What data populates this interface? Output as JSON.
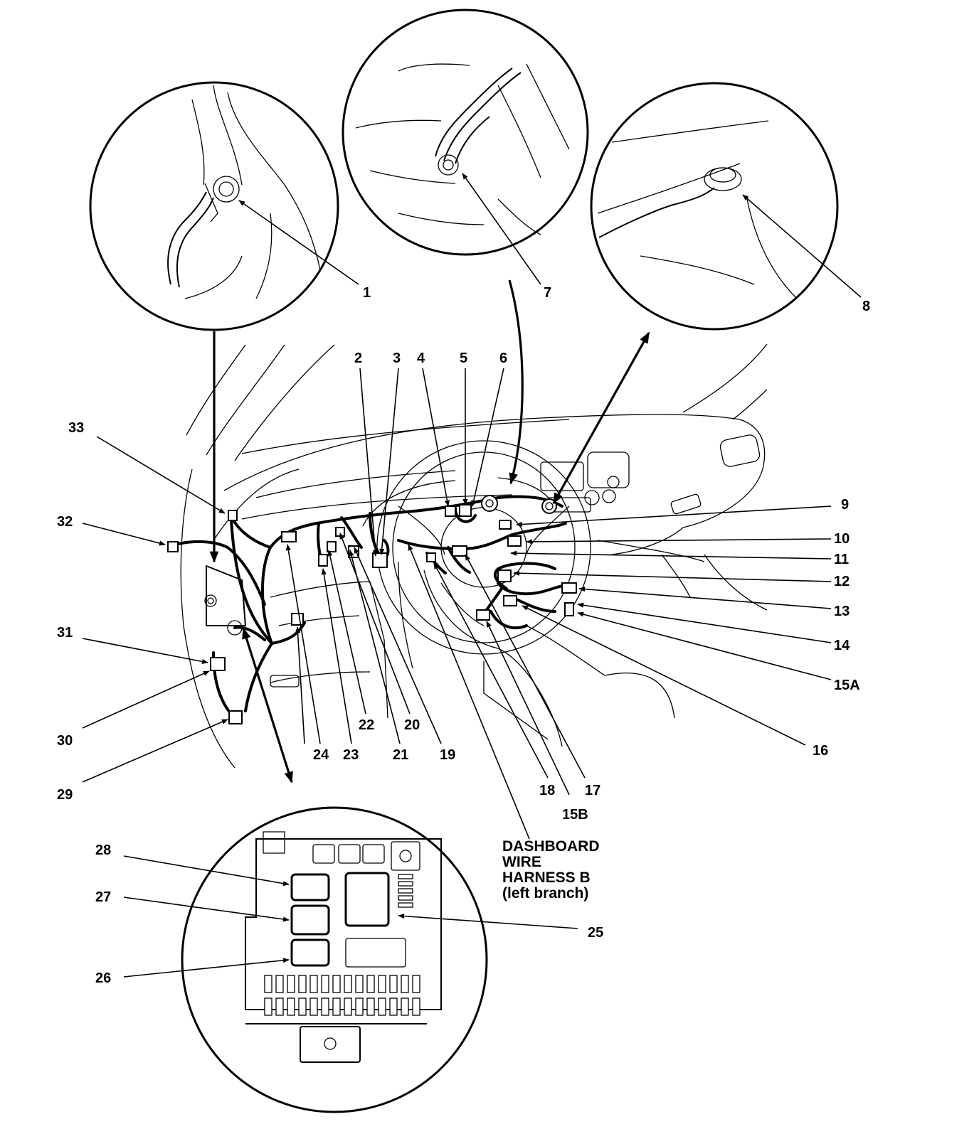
{
  "caption": {
    "line1": "DASHBOARD",
    "line2": "WIRE",
    "line3": "HARNESS B",
    "line4": "(left branch)"
  },
  "callouts": {
    "c1": "1",
    "c2": "2",
    "c3": "3",
    "c4": "4",
    "c5": "5",
    "c6": "6",
    "c7": "7",
    "c8": "8",
    "c9": "9",
    "c10": "10",
    "c11": "11",
    "c12": "12",
    "c13": "13",
    "c14": "14",
    "c15a": "15A",
    "c15b": "15B",
    "c16": "16",
    "c17": "17",
    "c18": "18",
    "c19": "19",
    "c20": "20",
    "c21": "21",
    "c22": "22",
    "c23": "23",
    "c24": "24",
    "c25": "25",
    "c26": "26",
    "c27": "27",
    "c28": "28",
    "c29": "29",
    "c30": "30",
    "c31": "31",
    "c32": "32",
    "c33": "33"
  }
}
